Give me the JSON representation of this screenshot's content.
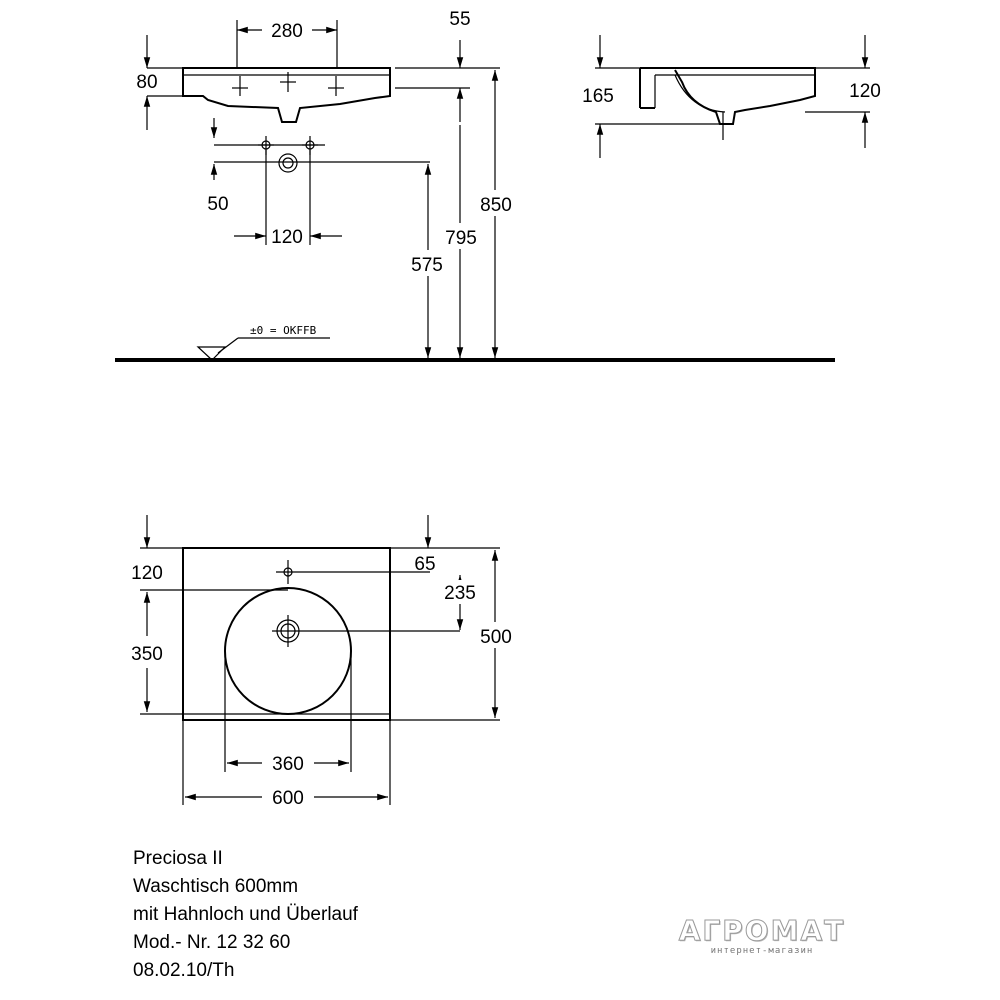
{
  "dimensions": {
    "front_tap_spacing": "280",
    "front_rim_55": "55",
    "front_height_80": "80",
    "front_drain_offset": "50",
    "front_drain_spacing": "120",
    "front_850": "850",
    "front_795": "795",
    "front_575": "575",
    "floor_reference": "±0 = OKFFB",
    "side_165": "165",
    "side_120": "120",
    "top_120": "120",
    "top_65": "65",
    "top_235": "235",
    "top_350": "350",
    "top_500": "500",
    "top_360": "360",
    "top_600": "600"
  },
  "caption": {
    "line1": "Preciosa II",
    "line2": "Waschtisch 600mm",
    "line3": "mit Hahnloch und Überlauf",
    "line4": "Mod.- Nr. 12 32 60",
    "line5": "08.02.10/Th"
  },
  "logo": {
    "name": "АГРОМАТ",
    "tagline": "интернет-магазин"
  }
}
